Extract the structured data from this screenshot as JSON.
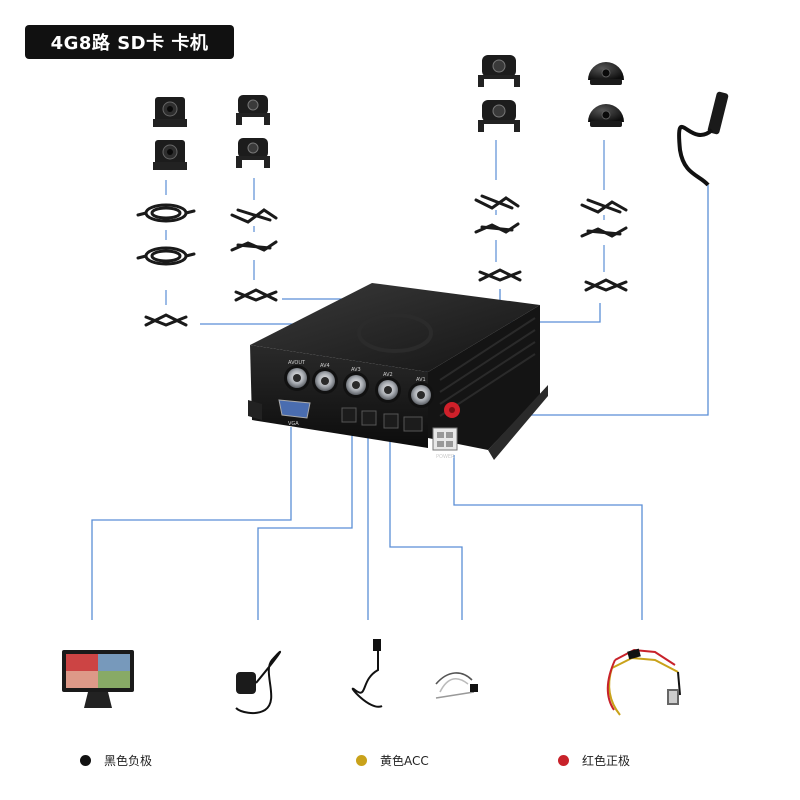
{
  "title": "4G8路 SD卡 卡机",
  "device": {
    "panel_labels": [
      "AVOUT",
      "AV4",
      "AV3",
      "AV2",
      "AV1",
      "VGA",
      "POWER"
    ]
  },
  "legend": [
    {
      "label": "黑色负极",
      "color": "#111111"
    },
    {
      "label": "黄色ACC",
      "color": "#c9a21a"
    },
    {
      "label": "红色正极",
      "color": "#c8222a"
    }
  ],
  "colors": {
    "wire": "#5b8ed6",
    "device": "#1b1b1b",
    "metal": "#8a8f96",
    "antenna_tip": "#d0202a"
  }
}
